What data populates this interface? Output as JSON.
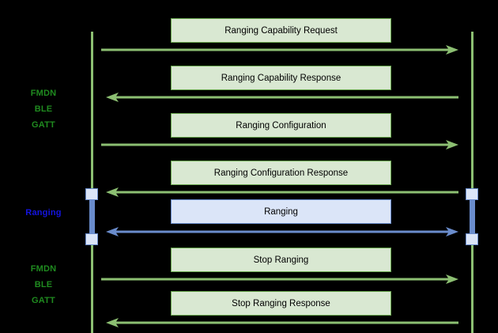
{
  "diagram": {
    "type": "sequence-diagram",
    "background_color": "#000000",
    "colors": {
      "green_line": "#8cbf72",
      "green_box_fill": "#d9e8d2",
      "green_box_border": "#6aa84f",
      "green_text": "#1f8a1f",
      "blue_line": "#6a8ccc",
      "blue_box_fill": "#dbe5f8",
      "blue_box_border": "#6a8ccc",
      "blue_text": "#1414e0"
    },
    "phases": [
      {
        "id": "phase-top",
        "label": "FMDN\nBLE\nGATT",
        "color": "green"
      },
      {
        "id": "phase-middle",
        "label": "Ranging",
        "color": "blue"
      },
      {
        "id": "phase-bottom",
        "label": "FMDN\nBLE\nGATT",
        "color": "green"
      }
    ],
    "messages": [
      {
        "id": "msg-1",
        "label": "Ranging Capability Request",
        "direction": "right",
        "style": "green"
      },
      {
        "id": "msg-2",
        "label": "Ranging Capability Response",
        "direction": "left",
        "style": "green"
      },
      {
        "id": "msg-3",
        "label": "Ranging Configuration",
        "direction": "right",
        "style": "green"
      },
      {
        "id": "msg-4",
        "label": "Ranging Configuration Response",
        "direction": "left",
        "style": "green"
      },
      {
        "id": "msg-5",
        "label": "Ranging",
        "direction": "both",
        "style": "blue"
      },
      {
        "id": "msg-6",
        "label": "Stop Ranging",
        "direction": "right",
        "style": "green"
      },
      {
        "id": "msg-7",
        "label": "Stop Ranging Response",
        "direction": "left",
        "style": "green"
      }
    ],
    "activations": [
      {
        "id": "activation-left",
        "side": "left"
      },
      {
        "id": "activation-right",
        "side": "right"
      }
    ]
  }
}
